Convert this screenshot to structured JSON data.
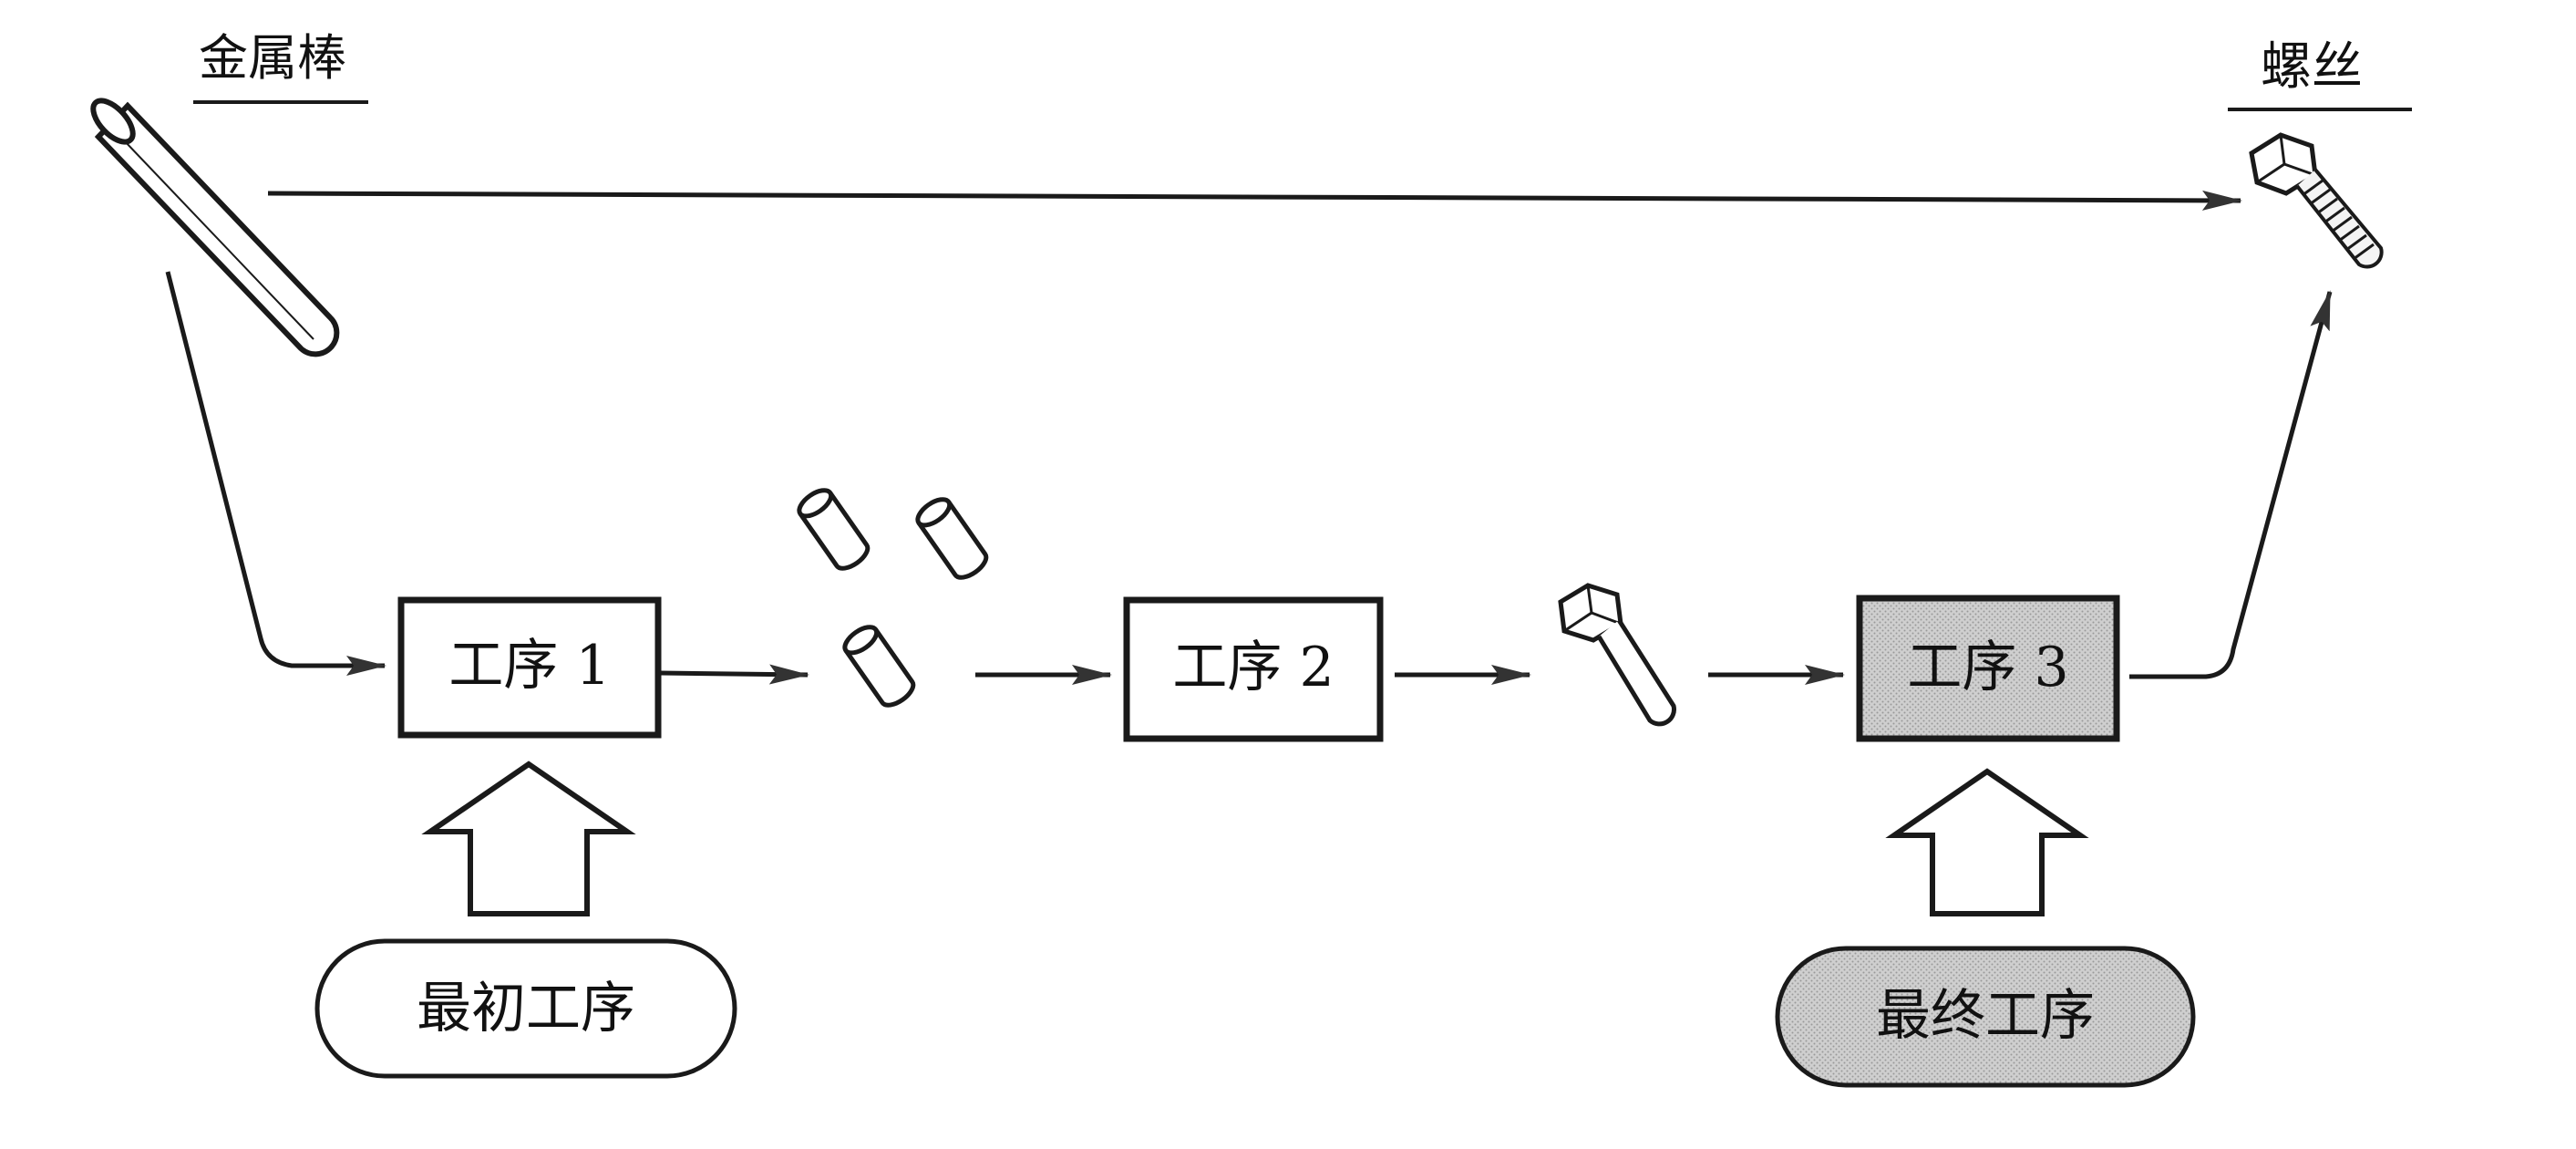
{
  "source_label": "金属棒",
  "target_label": "螺丝",
  "steps": [
    {
      "label": "工序 1",
      "shaded": false
    },
    {
      "label": "工序 2",
      "shaded": false
    },
    {
      "label": "工序 3",
      "shaded": true
    }
  ],
  "initial_process": {
    "label": "最初工序",
    "shaded": false
  },
  "final_process": {
    "label": "最终工序",
    "shaded": true
  },
  "colors": {
    "line": "#1a1a1a",
    "shade": "#c9c9c9",
    "background": "#ffffff"
  }
}
